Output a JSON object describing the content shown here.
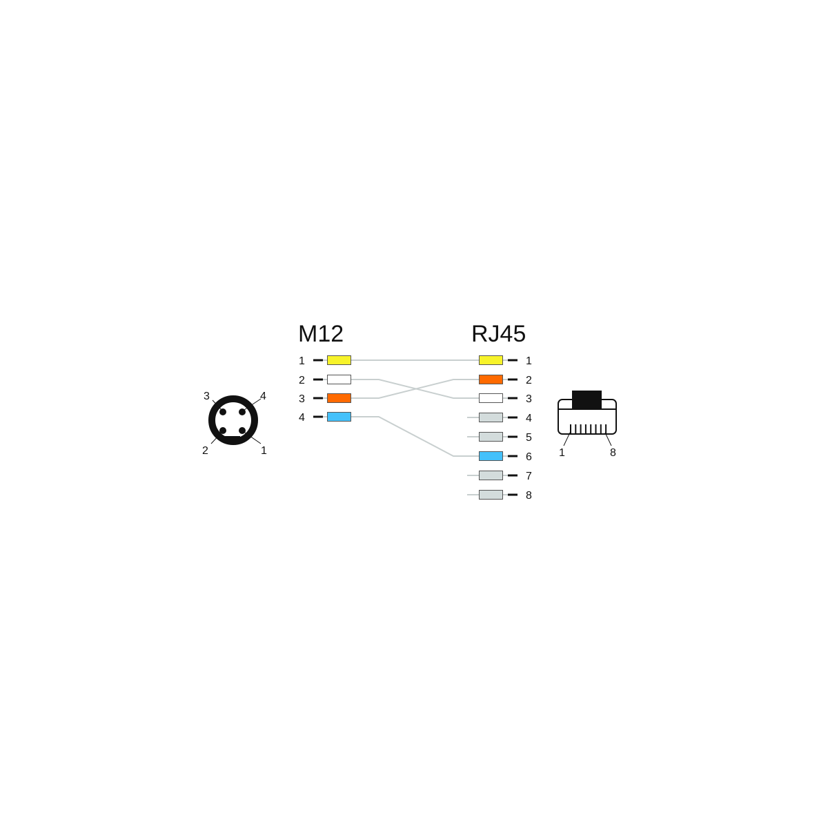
{
  "left_title": "M12",
  "right_title": "RJ45",
  "colors": {
    "wire": "#c8cfcf",
    "box_border": "#555555",
    "dash": "#111111"
  },
  "m12_pins": [
    {
      "label": "1",
      "color": "#f7f32a"
    },
    {
      "label": "2",
      "color": "#ffffff"
    },
    {
      "label": "3",
      "color": "#ff6a00"
    },
    {
      "label": "4",
      "color": "#44c1fb"
    }
  ],
  "rj45_pins": [
    {
      "label": "1",
      "color": "#f7f32a",
      "connected": true
    },
    {
      "label": "2",
      "color": "#ff6a00",
      "connected": true
    },
    {
      "label": "3",
      "color": "#ffffff",
      "connected": true
    },
    {
      "label": "4",
      "color": "#d3dcdc",
      "connected": false
    },
    {
      "label": "5",
      "color": "#d3dcdc",
      "connected": false
    },
    {
      "label": "6",
      "color": "#44c1fb",
      "connected": true
    },
    {
      "label": "7",
      "color": "#d3dcdc",
      "connected": false
    },
    {
      "label": "8",
      "color": "#d3dcdc",
      "connected": false
    }
  ],
  "wiring": [
    {
      "m12": 1,
      "rj45": 1
    },
    {
      "m12": 2,
      "rj45": 3
    },
    {
      "m12": 3,
      "rj45": 2
    },
    {
      "m12": 4,
      "rj45": 6
    }
  ],
  "m12_face": {
    "labels": [
      "1",
      "2",
      "3",
      "4"
    ]
  },
  "rj45_face": {
    "labels": [
      "1",
      "8"
    ]
  }
}
